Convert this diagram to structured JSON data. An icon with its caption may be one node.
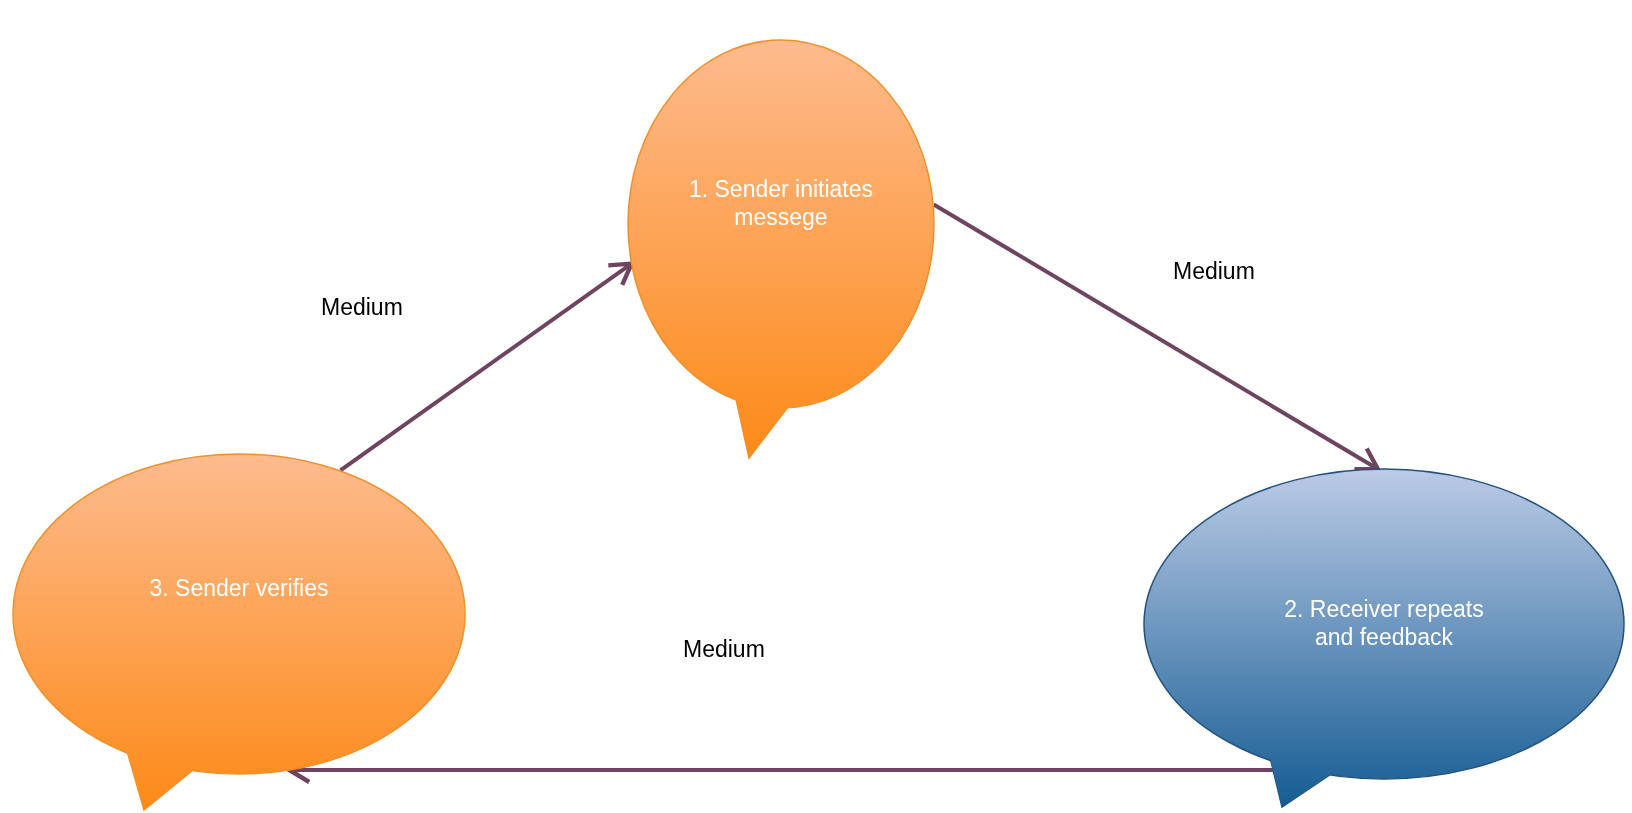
{
  "diagram": {
    "nodes": [
      {
        "text": [
          "1. Sender initiates messege"
        ]
      },
      {
        "text": [
          "2. Receiver repeats and feedback"
        ]
      },
      {
        "text": [
          "3. Sender verifies"
        ]
      }
    ],
    "edges": [
      {
        "from": 0,
        "to": 1,
        "arrow": "to",
        "label": "Medium"
      },
      {
        "from": 1,
        "to": 2,
        "arrow": "to",
        "label": "Medium"
      },
      {
        "from": 2,
        "to": 0,
        "arrow": "to",
        "label": "Medium"
      }
    ]
  }
}
